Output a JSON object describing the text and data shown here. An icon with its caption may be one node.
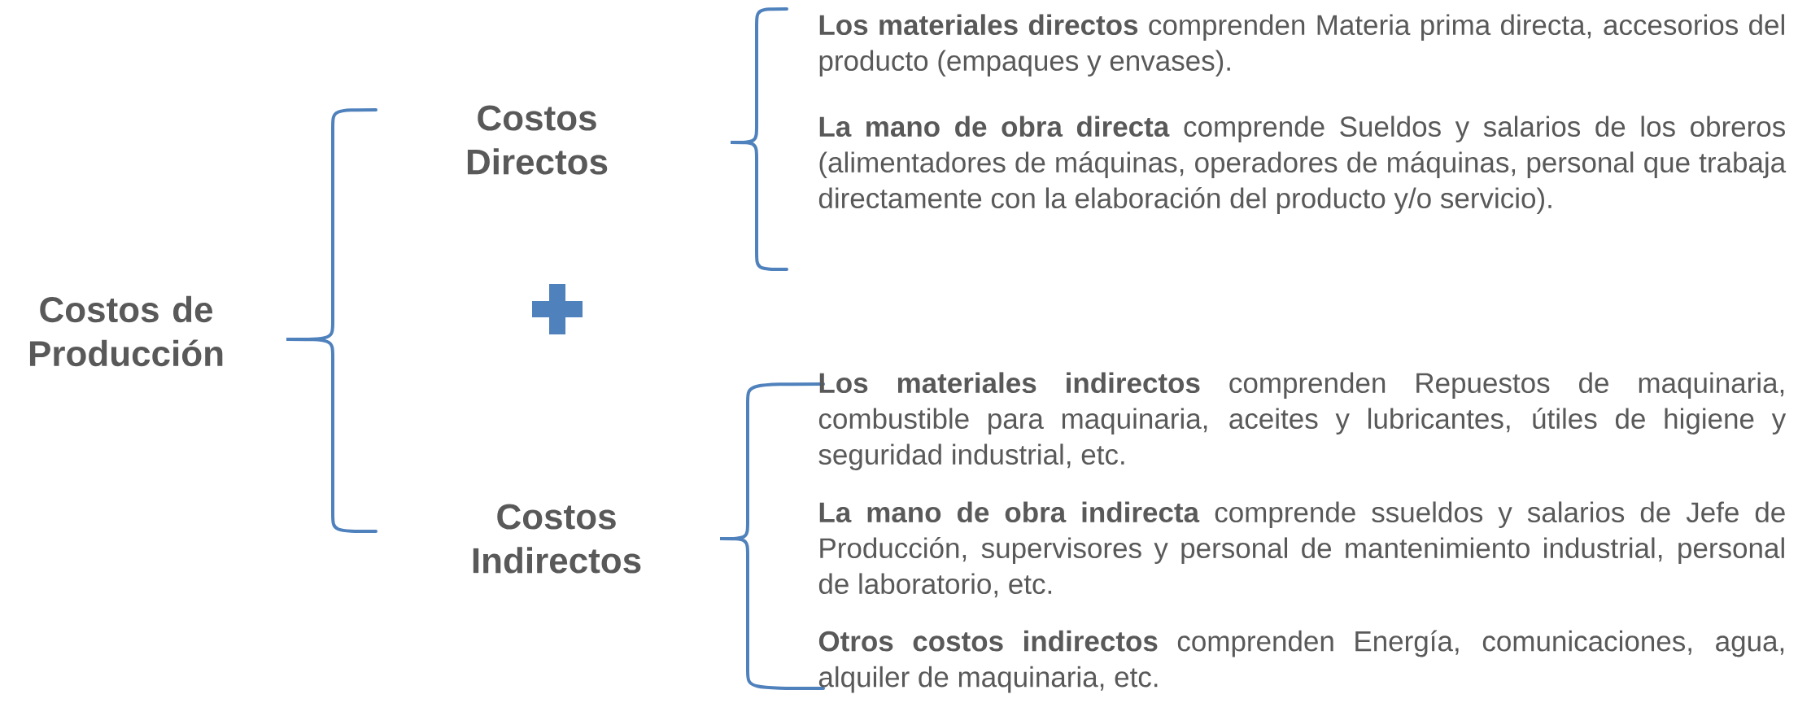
{
  "diagram": {
    "labels": [
      "Costos de Producción",
      "Costos Directos",
      "**Los materiales directos** comprenden Materia prima directa, accesorios del producto (empaques y envases).",
      "**La mano de obra directa** comprende Sueldos y salarios de los obreros (alimentadores de máquinas, operadores de máquinas, personal que trabaja directamente con la elaboración del producto y/o servicio).",
      "Costos Indirectos",
      "**Los materiales indirectos** comprenden Repuestos de maquinaria, combustible para maquinaria, aceites y lubricantes, útiles de higiene y seguridad industrial, etc.",
      "**La mano de obra indirecta** comprende ssueldos y salarios de Jefe de Producción, supervisores y personal de mantenimiento industrial, personal de laboratorio, etc.",
      "**Otros costos indirectos** comprenden Energía, comunicaciones, agua, alquiler de maquinaria, etc."
    ]
  }
}
